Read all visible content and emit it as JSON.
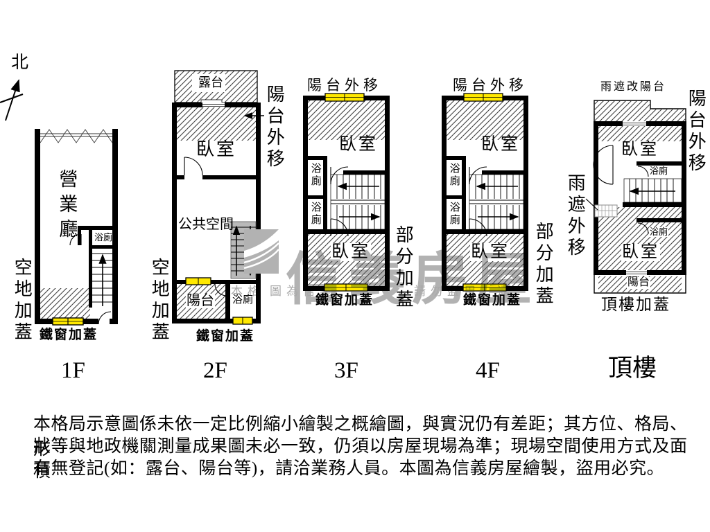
{
  "compass": {
    "label": "北"
  },
  "colors": {
    "background": "#ffffff",
    "wall": "#000000",
    "window_yellow": "#ffe800",
    "hatch_line": "#404040",
    "stair_gray": "#b9b9b9",
    "watermark_gray": "#b2b2b2"
  },
  "floors": [
    {
      "name": "1F",
      "labels": {
        "hall": "營業廳",
        "bath": "浴廁",
        "side_left": "空地加蓋",
        "under": "鐵窗加蓋"
      }
    },
    {
      "name": "2F",
      "labels": {
        "terrace": "露台",
        "bedroom": "臥室",
        "common": "公共空間",
        "balcony": "陽台",
        "bath": "浴廁",
        "side_left": "空地加蓋",
        "under": "鐵窗加蓋",
        "side_right": "陽台外移"
      }
    },
    {
      "name": "3F",
      "labels": {
        "top": "陽台外移",
        "bedroom_top": "臥室",
        "bath_upper": "浴廁",
        "bath_lower": "浴廁",
        "bedroom_bottom": "臥室",
        "under": "鐵窗加蓋",
        "side_right": "部分加蓋"
      }
    },
    {
      "name": "4F",
      "labels": {
        "top": "陽台外移",
        "bedroom_top": "臥室",
        "bath_upper": "浴廁",
        "bath_lower": "浴廁",
        "bedroom_bottom": "臥室",
        "under": "鐵窗加蓋",
        "side_right": "部分加蓋"
      }
    },
    {
      "name": "頂樓",
      "labels": {
        "top": "雨遮改陽台",
        "side_right": "陽台外移",
        "bedroom_top": "臥室",
        "bath_upper": "浴廁",
        "side_left": "雨遮外移",
        "bath_lower": "浴廁",
        "bedroom_bottom": "臥室",
        "balcony": "陽台",
        "under": "頂樓加蓋"
      }
    }
  ],
  "watermark": {
    "brand": "信義房屋",
    "fragment_left": "本格",
    "fragment_mid": "圖為信義",
    "fragment_right": "請勿盜用，違"
  },
  "disclaimer": {
    "line1": "本格局示意圖係未依一定比例縮小繪製之概繪圖，與實況仍有差距；其方位、格局、形",
    "line2": "狀等與地政機關測量成果圖未必一致，仍須以房屋現場為準；現場空間使用方式及面積",
    "line3": "有無登記(如：露台、陽台等)，請洽業務人員。本圖為信義房屋繪製，盜用必究。"
  }
}
